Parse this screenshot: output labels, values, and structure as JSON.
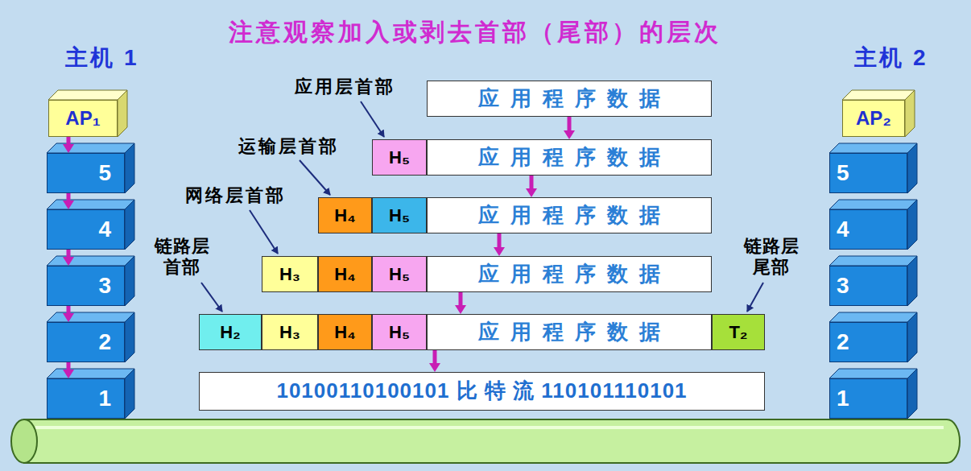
{
  "diagram": {
    "title": "注意观察加入或剥去首部（尾部）的层次",
    "nodes": [
      {
        "text": [
          "AP₁"
        ]
      },
      {
        "text": [
          "5"
        ]
      },
      {
        "text": [
          "4"
        ]
      },
      {
        "text": [
          "3"
        ]
      },
      {
        "text": [
          "2"
        ]
      },
      {
        "text": [
          "1"
        ]
      },
      {
        "text": [
          "应用程序数据"
        ]
      },
      {
        "text": [
          "H₅"
        ]
      },
      {
        "text": [
          "应用程序数据"
        ]
      },
      {
        "text": [
          "H₄"
        ]
      },
      {
        "text": [
          "H₅"
        ]
      },
      {
        "text": [
          "应用程序数据"
        ]
      },
      {
        "text": [
          "H₃"
        ]
      },
      {
        "text": [
          "H₄"
        ]
      },
      {
        "text": [
          "H₅"
        ]
      },
      {
        "text": [
          "应用程序数据"
        ]
      },
      {
        "text": [
          "H₂"
        ]
      },
      {
        "text": [
          "H₃"
        ]
      },
      {
        "text": [
          "H₄"
        ]
      },
      {
        "text": [
          "H₅"
        ]
      },
      {
        "text": [
          "应用程序数据"
        ]
      },
      {
        "text": [
          "T₂"
        ]
      },
      {
        "text": [
          "10100110100101 比 特 流 110101110101"
        ]
      },
      {
        "text": [
          "AP₂"
        ]
      },
      {
        "text": [
          "5"
        ]
      },
      {
        "text": [
          "4"
        ]
      },
      {
        "text": [
          "3"
        ]
      },
      {
        "text": [
          "2"
        ]
      },
      {
        "text": [
          "1"
        ]
      }
    ],
    "edges": [
      {
        "from": 0,
        "to": 1,
        "arrow": "to"
      },
      {
        "from": 1,
        "to": 2,
        "arrow": "to"
      },
      {
        "from": 2,
        "to": 3,
        "arrow": "to"
      },
      {
        "from": 3,
        "to": 4,
        "arrow": "to"
      },
      {
        "from": 4,
        "to": 5,
        "arrow": "to"
      },
      {
        "from": 6,
        "to": 8,
        "arrow": "to"
      },
      {
        "from": 8,
        "to": 11,
        "arrow": "to"
      },
      {
        "from": 11,
        "to": 15,
        "arrow": "to"
      },
      {
        "from": 15,
        "to": 20,
        "arrow": "to"
      },
      {
        "from": 20,
        "to": 22,
        "arrow": "to"
      }
    ],
    "labels": [
      "主机 1",
      "主机 2",
      "应用层首部",
      "运输层首部",
      "网络层首部",
      "链路层 首部",
      "链路层 尾部"
    ]
  }
}
